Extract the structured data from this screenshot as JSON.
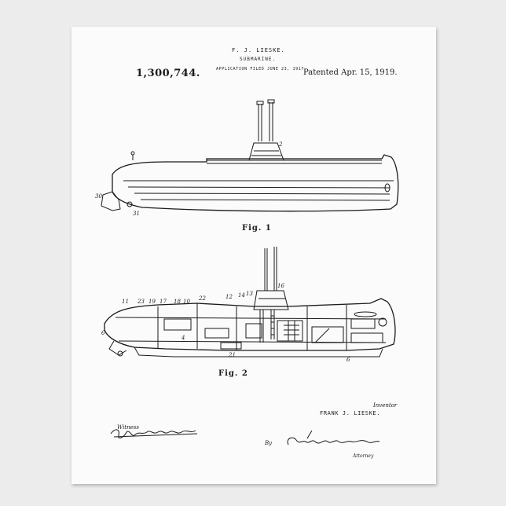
{
  "header": {
    "inventor": "F. J. LIESKE.",
    "title": "SUBMARINE.",
    "filed": "APPLICATION FILED JUNE 23, 1917.",
    "patent_number": "1,300,744.",
    "patented": "Patented Apr. 15, 1919."
  },
  "figures": {
    "fig1_label": "Fig. 1",
    "fig2_label": "Fig. 2"
  },
  "footer": {
    "inventor_label": "Inventor",
    "inventor_name": "FRANK J. LIESKE.",
    "witness_label": "Witness",
    "by_label": "By",
    "attorney_label": "Attorney",
    "witness_signature": "Emma M. Ohlmer",
    "attorney_signature": "Charles E. Wiener"
  },
  "colors": {
    "background": "#ececec",
    "paper": "#fbfbfb",
    "ink": "#1a1a1a"
  }
}
